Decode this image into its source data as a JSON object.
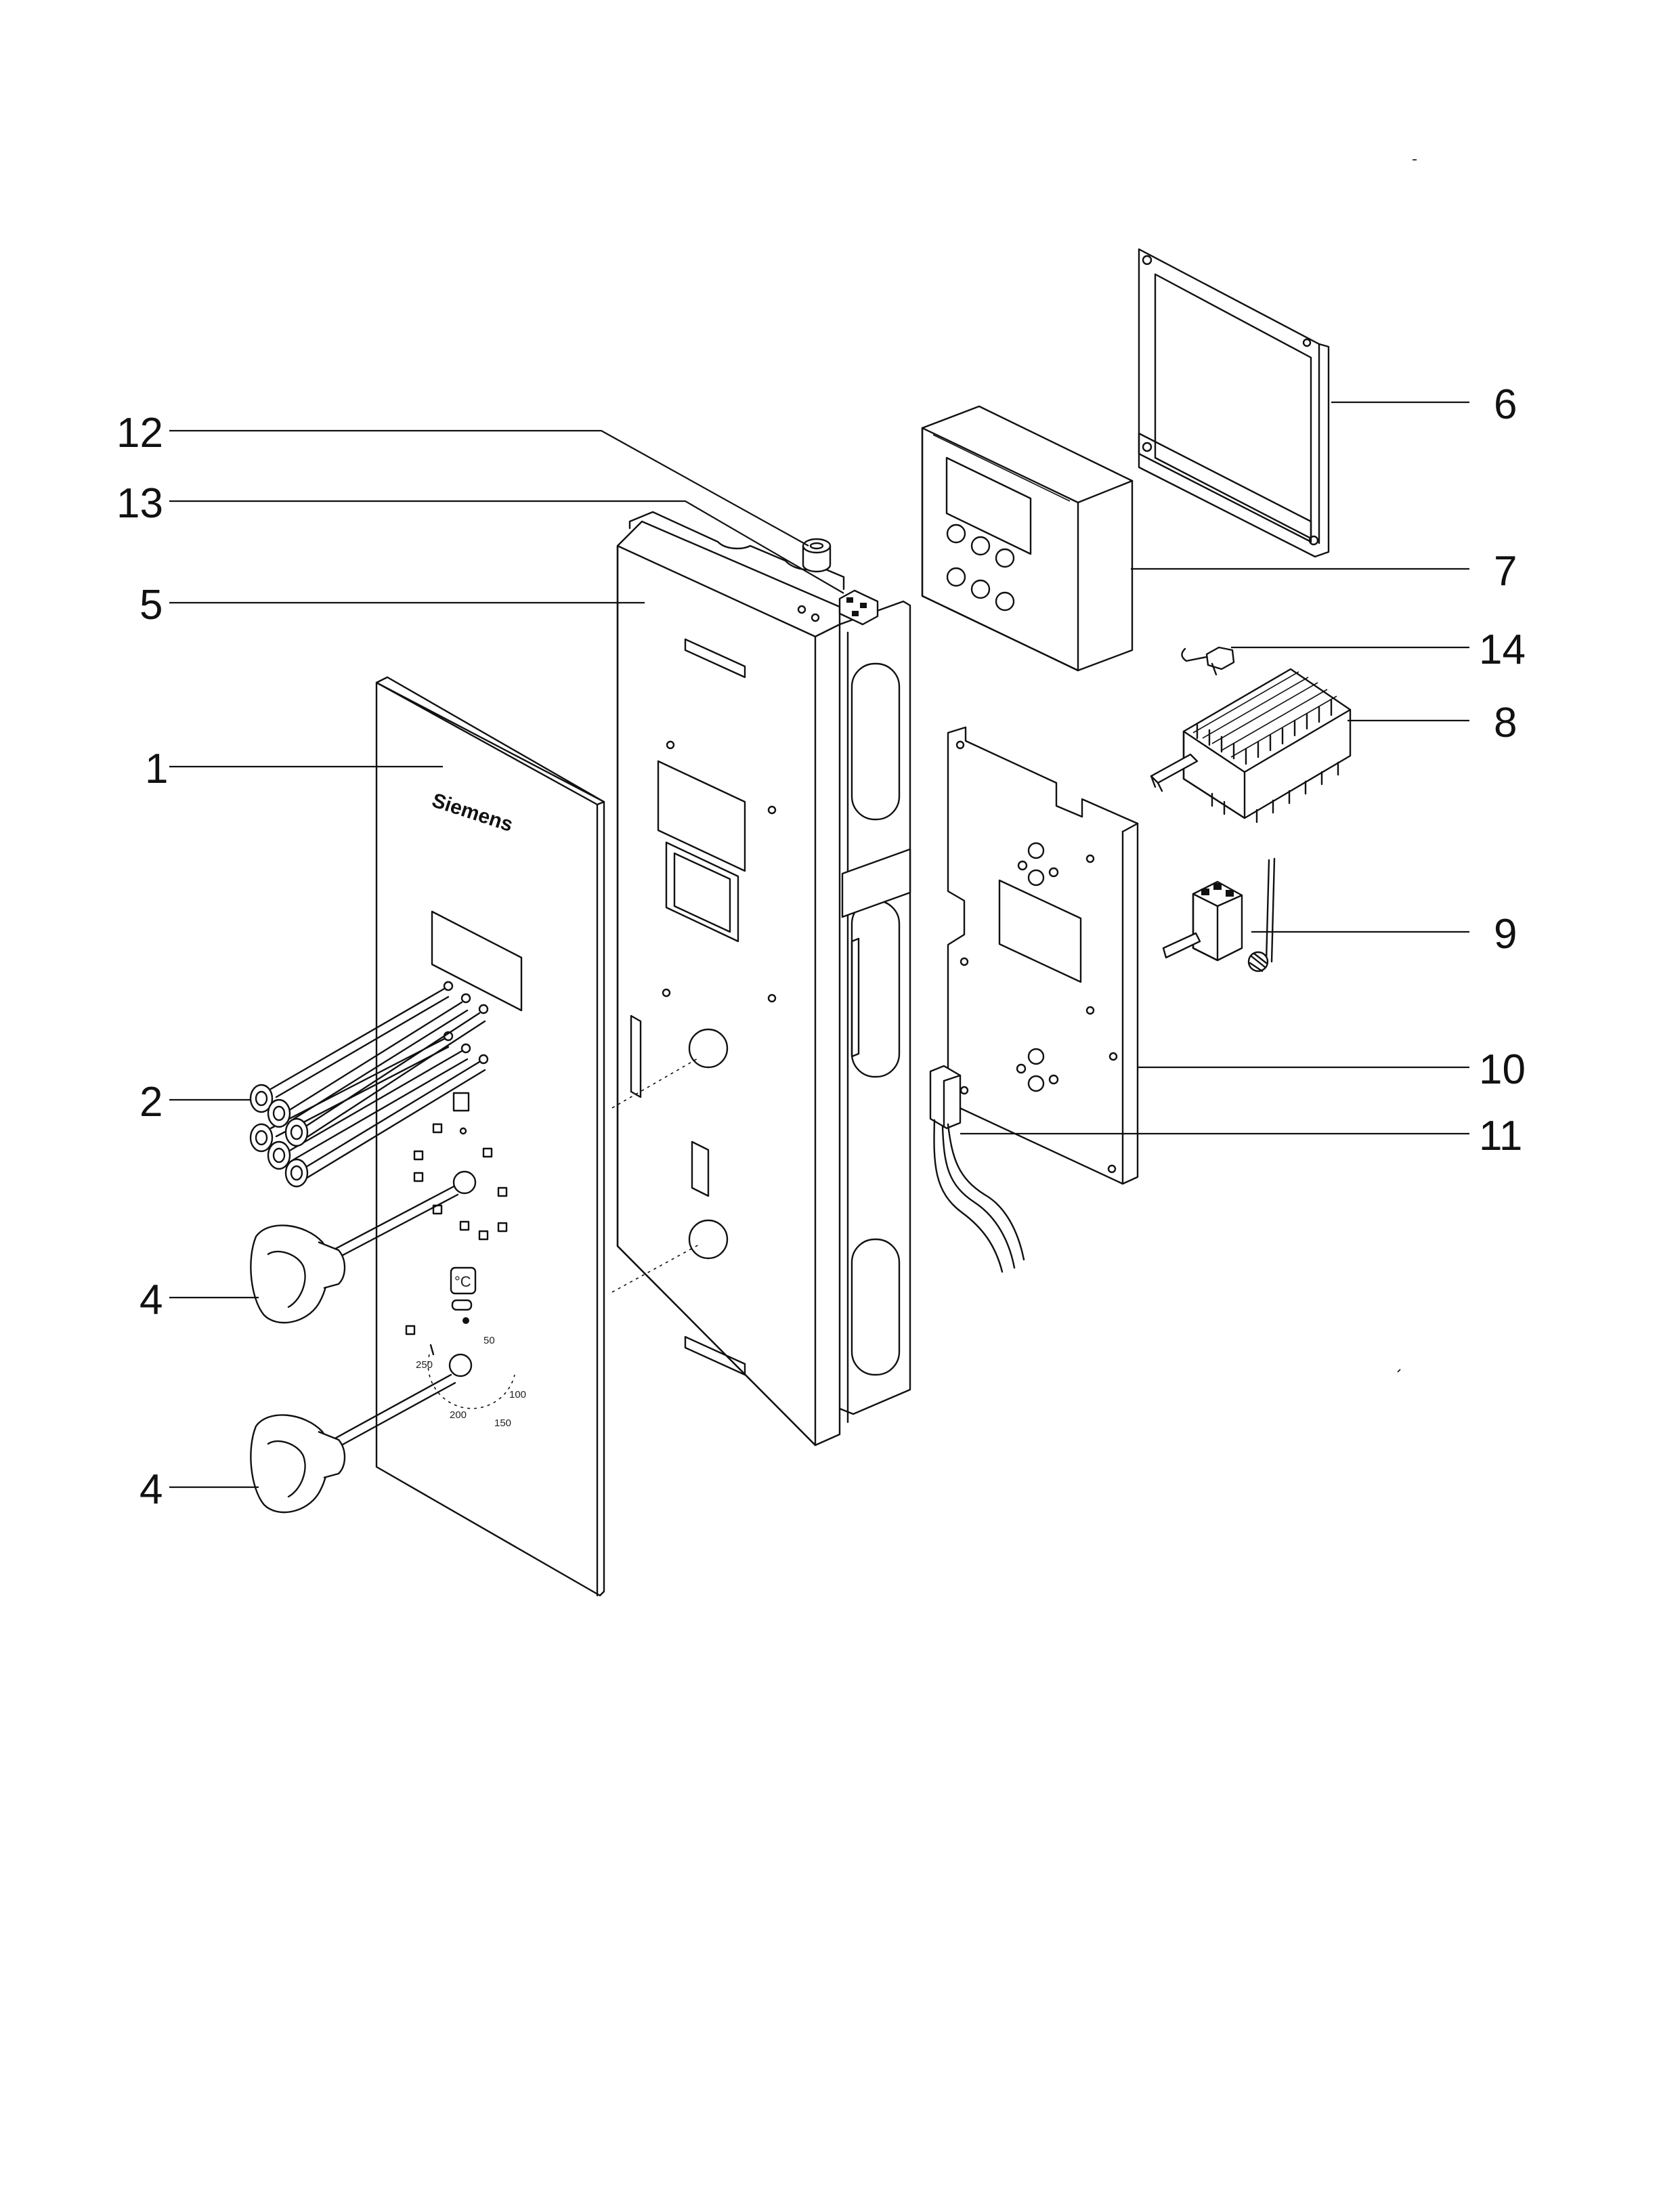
{
  "brand": "Siemens",
  "unit_symbol": "°C",
  "temperature_scale": [
    "250",
    "50",
    "100",
    "150",
    "200"
  ],
  "callouts": [
    {
      "id": "12",
      "label": "12"
    },
    {
      "id": "13",
      "label": "13"
    },
    {
      "id": "5",
      "label": "5"
    },
    {
      "id": "1",
      "label": "1"
    },
    {
      "id": "2",
      "label": "2"
    },
    {
      "id": "4a",
      "label": "4"
    },
    {
      "id": "4b",
      "label": "4"
    },
    {
      "id": "6",
      "label": "6"
    },
    {
      "id": "7",
      "label": "7"
    },
    {
      "id": "14",
      "label": "14"
    },
    {
      "id": "8",
      "label": "8"
    },
    {
      "id": "9",
      "label": "9"
    },
    {
      "id": "10",
      "label": "10"
    },
    {
      "id": "11",
      "label": "11"
    }
  ]
}
